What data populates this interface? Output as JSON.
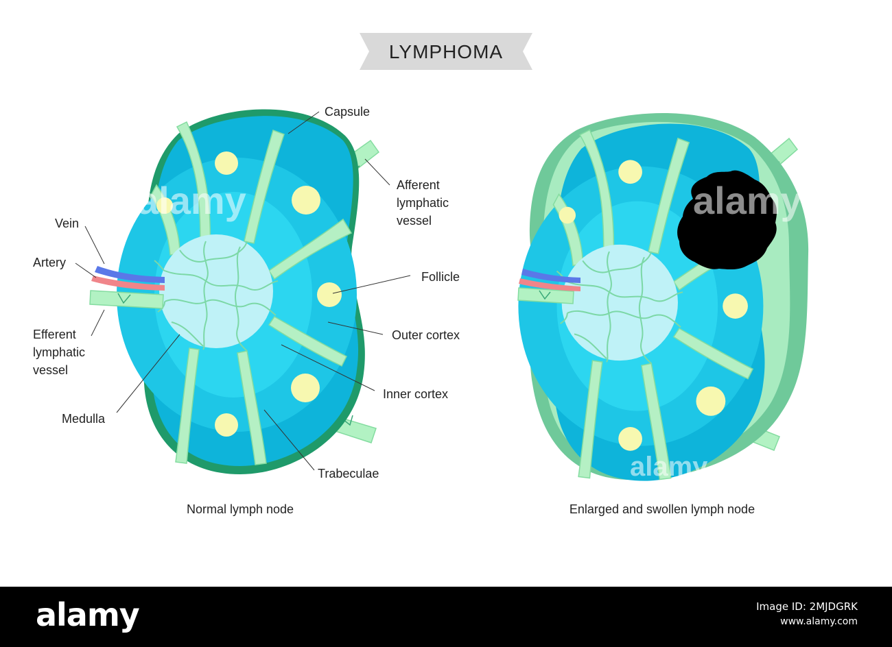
{
  "title": "LYMPHOMA",
  "labels": {
    "capsule": "Capsule",
    "afferent": [
      "Afferent",
      "lymphatic",
      "vessel"
    ],
    "vein": "Vein",
    "artery": "Artery",
    "efferent": [
      "Efferent",
      "lymphatic",
      "vessel"
    ],
    "follicle": "Follicle",
    "outer_cortex": "Outer cortex",
    "inner_cortex": "Inner cortex",
    "medulla": "Medulla",
    "trabeculae": "Trabeculae"
  },
  "captions": {
    "normal": "Normal lymph node",
    "enlarged": "Enlarged and swollen lymph node"
  },
  "watermark": "alamy",
  "footer": {
    "logo": "alamy",
    "image_id": "Image ID: 2MJDGRK",
    "url": "www.alamy.com"
  },
  "colors": {
    "capsule_normal": "#1f9a6a",
    "capsule_swollen": "#6fc99a",
    "trabecula": "#b5f0c4",
    "outer_cortex": "#0eb4da",
    "inner_cortex": "#2cd6f0",
    "medulla": "#bff2f7",
    "follicle": "#f7f8b0",
    "vein": "#5a78e8",
    "artery": "#f0858a",
    "lymph_vessel": "#b2f2c3",
    "tumor": "#000000",
    "banner": "#d9d9d9"
  }
}
